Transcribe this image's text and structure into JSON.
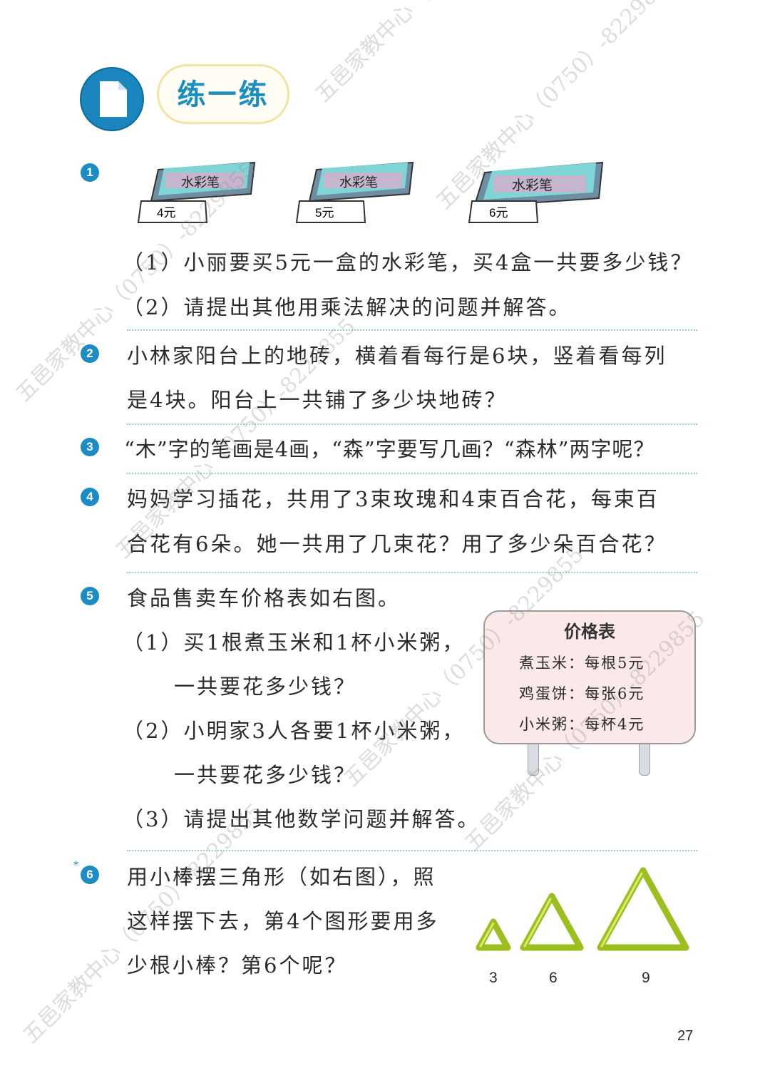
{
  "header": {
    "title": "练一练"
  },
  "problems": [
    {
      "number": "1",
      "pens": [
        {
          "box_label": "水彩笔",
          "price": "4元"
        },
        {
          "box_label": "水彩笔",
          "price": "5元"
        },
        {
          "box_label": "水彩笔",
          "price": "6元"
        }
      ],
      "lines": [
        "（1）小丽要买5元一盒的水彩笔，买4盒一共要多少钱？",
        "（2）请提出其他用乘法解决的问题并解答。"
      ]
    },
    {
      "number": "2",
      "lines": [
        "小林家阳台上的地砖，横着看每行是6块，竖着看每列",
        "是4块。阳台上一共铺了多少块地砖？"
      ]
    },
    {
      "number": "3",
      "lines": [
        "“木”字的笔画是4画，“森”字要写几画？“森林”两字呢？"
      ]
    },
    {
      "number": "4",
      "lines": [
        "妈妈学习插花，共用了3束玫瑰和4束百合花，每束百",
        "合花有6朵。她一共用了几束花？用了多少朵百合花？"
      ]
    },
    {
      "number": "5",
      "lines": [
        "食品售卖车价格表如右图。",
        "（1）买1根煮玉米和1杯小米粥，",
        "一共要花多少钱？",
        "（2）小明家3人各要1杯小米粥，",
        "一共要花多少钱？",
        "（3）请提出其他数学问题并解答。"
      ],
      "board": {
        "title": "价格表",
        "rows": [
          "煮玉米：每根5元",
          "鸡蛋饼：每张6元",
          "小米粥：每杯4元"
        ]
      }
    },
    {
      "number": "6",
      "star": "*",
      "lines": [
        "用小棒摆三角形（如右图），照",
        "这样摆下去，第4个图形要用多",
        "少根小棒？第6个呢？"
      ],
      "triangle_labels": [
        "3",
        "6",
        "9"
      ]
    }
  ],
  "page_number": "27",
  "watermark": "五邑家教中心（0750）-8229855",
  "colors": {
    "accent": "#1b8dc4",
    "stick": "#b5d334",
    "board_bg": "#fbe9ea"
  }
}
